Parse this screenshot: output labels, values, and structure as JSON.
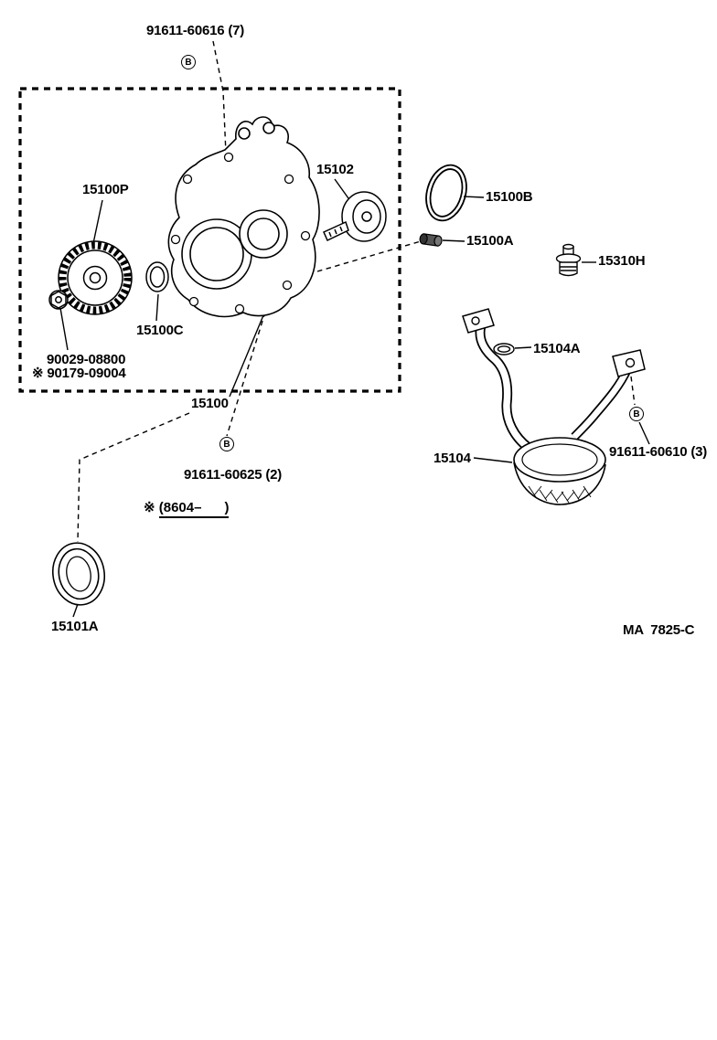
{
  "diagram": {
    "type": "exploded-parts-diagram",
    "drawing_code": "MA  7825-C",
    "bolt_symbol": "B",
    "note": {
      "mark": "※ ",
      "body": "(8604–      )"
    },
    "labels": {
      "p91611_60616": "91611-60616 (7)",
      "p15100P": "15100P",
      "p15102": "15102",
      "p15100B": "15100B",
      "p15100A": "15100A",
      "p15310H": "15310H",
      "p15100C": "15100C",
      "p90029_08800": "90029-08800",
      "p90179_09004": "※ 90179-09004",
      "p15100": "15100",
      "p15104A": "15104A",
      "p15104": "15104",
      "p91611_60610": "91611-60610 (3)",
      "p91611_60625": "91611-60625 (2)",
      "p15101A": "15101A"
    }
  }
}
